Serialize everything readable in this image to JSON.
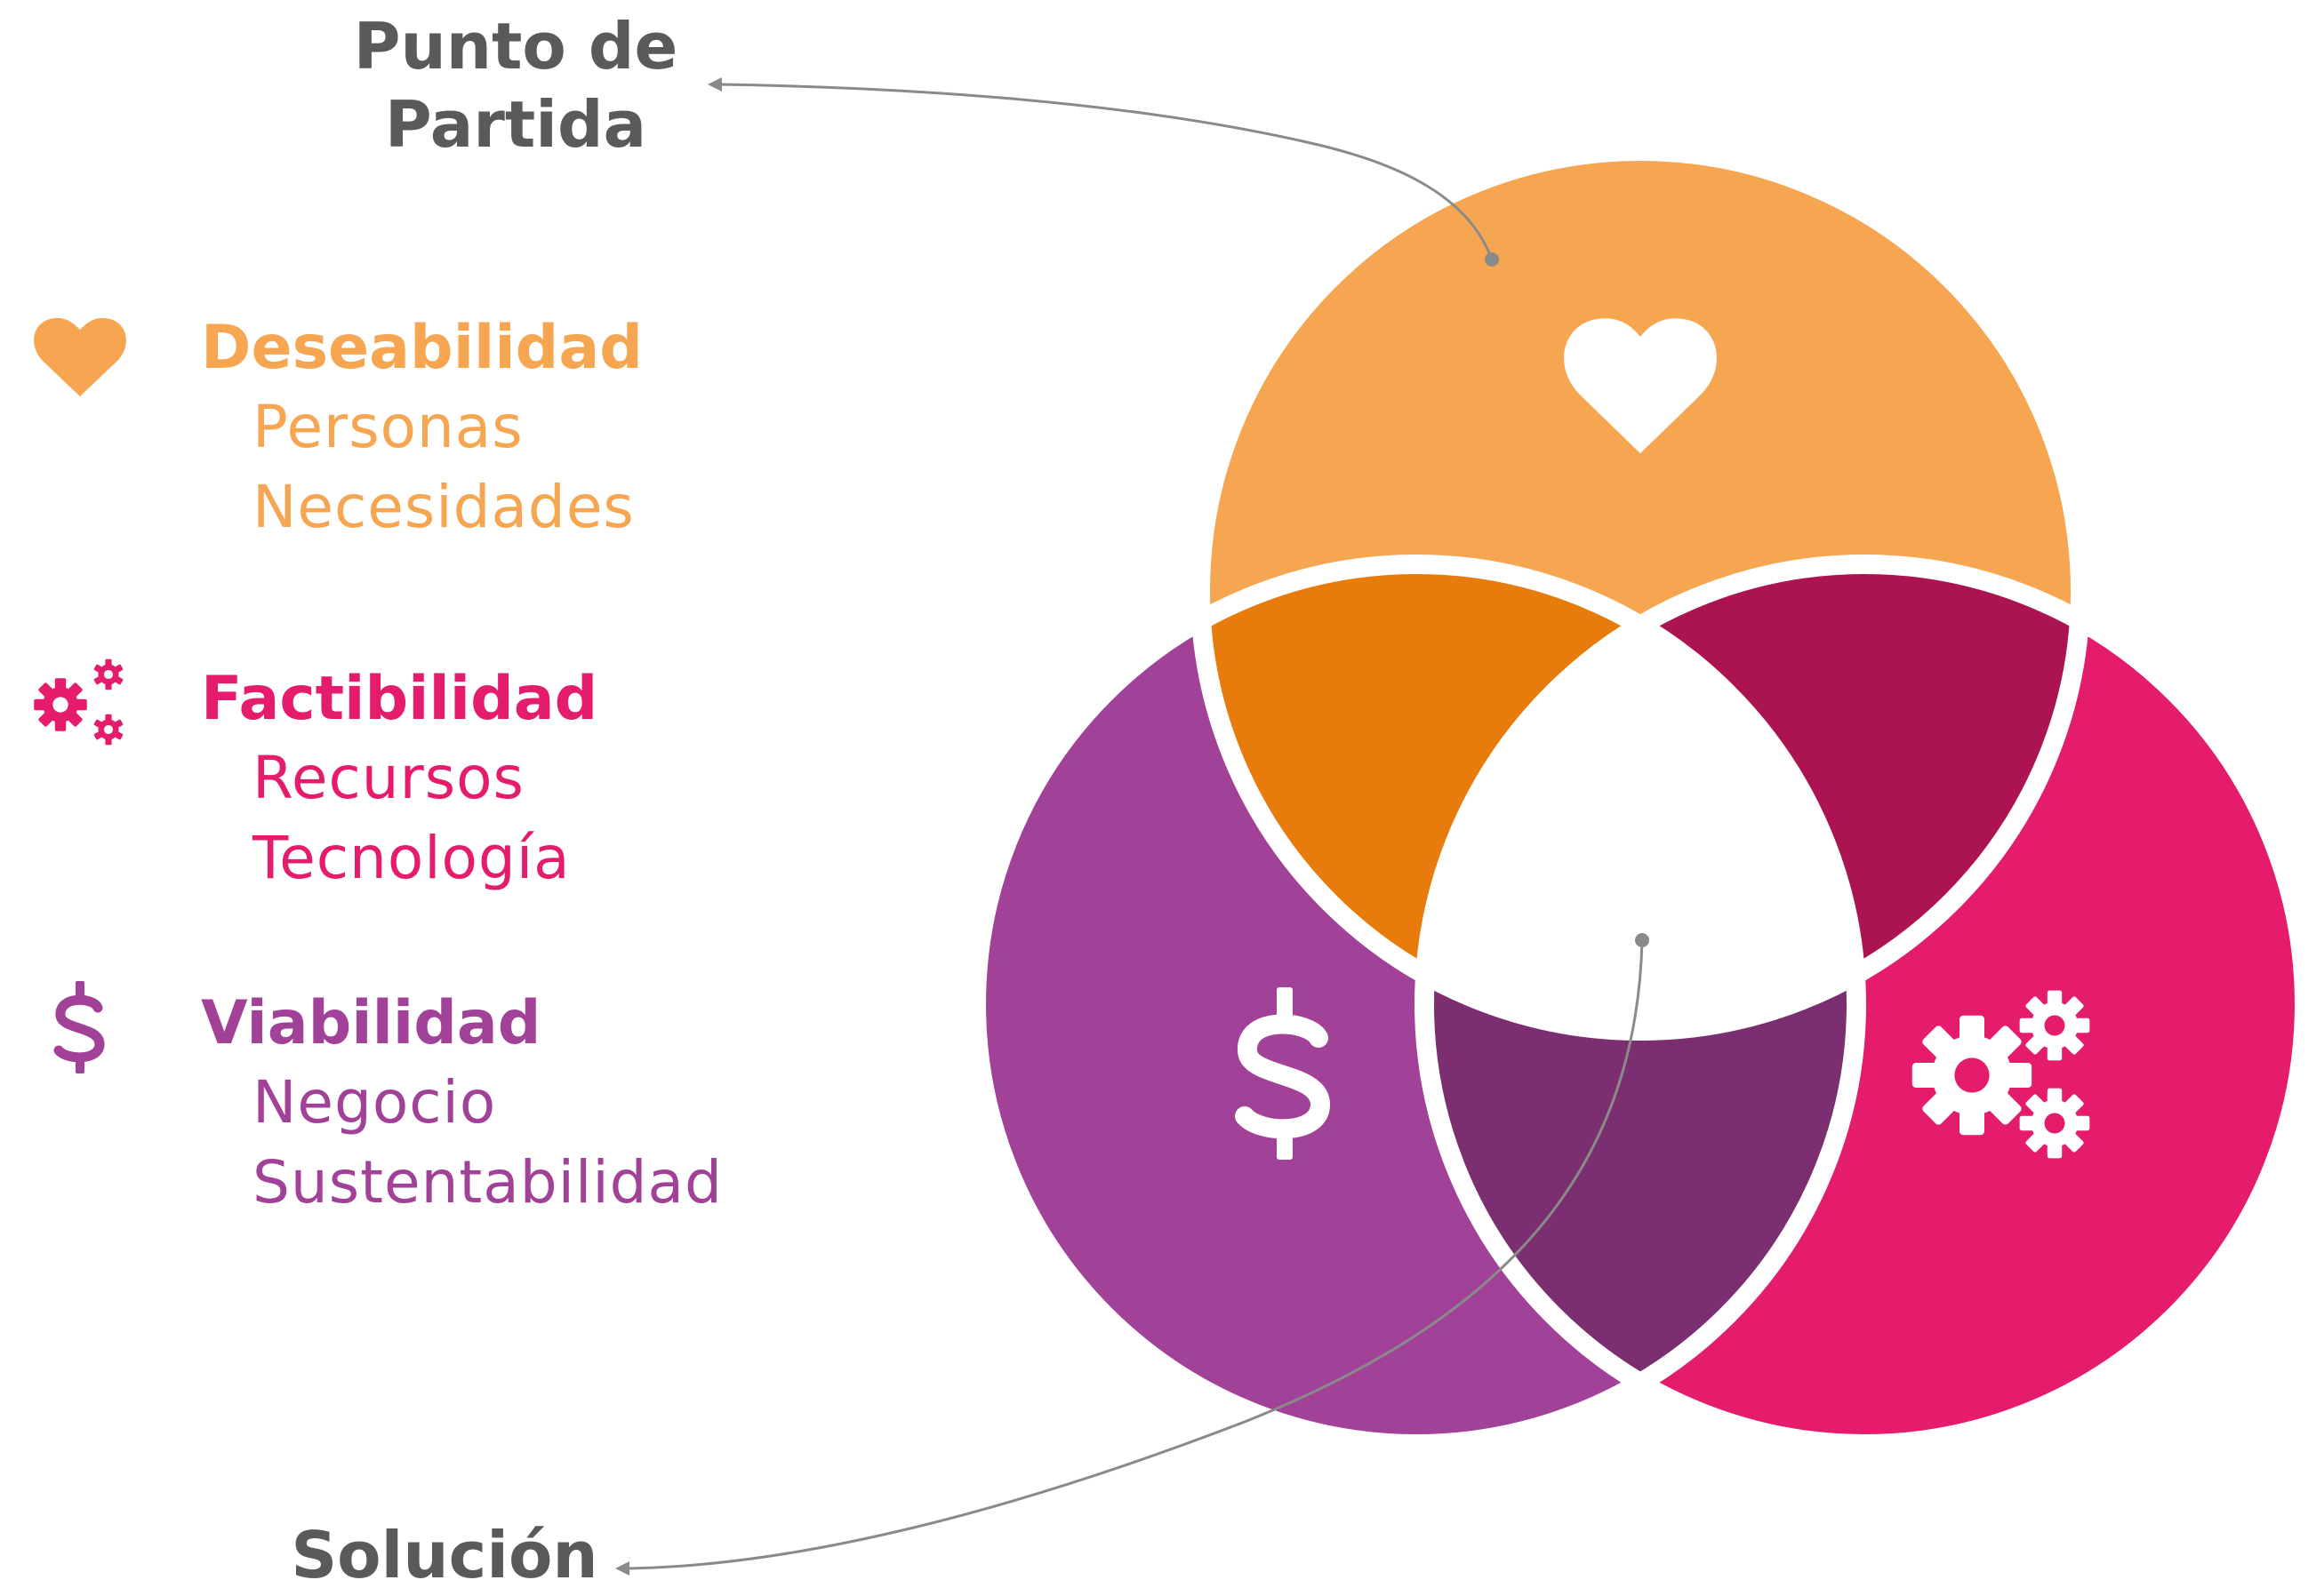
{
  "starting_point_label": "Punto de Partida",
  "solution_label": "Solución",
  "colors": {
    "desirability": "#f6a550",
    "feasibility": "#e51b6c",
    "viability": "#a24198",
    "desirability_feasibility_overlap": "#ab1450",
    "desirability_viability_overlap": "#e77b0c",
    "feasibility_viability_overlap": "#7b2e70",
    "center_overlap": "#ffffff",
    "callout_line": "#8a8a8a",
    "title_text": "#5a5a5a"
  },
  "legend": [
    {
      "heading": "Deseabilidad",
      "icon": "heart-icon",
      "items": [
        "Personas",
        "Necesidades"
      ]
    },
    {
      "heading": "Factibilidad",
      "icon": "gears-icon",
      "items": [
        "Recursos",
        "Tecnología"
      ]
    },
    {
      "heading": "Viabilidad",
      "icon": "dollar-icon",
      "items": [
        "Negocio",
        "Sustentabilidad"
      ]
    }
  ],
  "venn": {
    "circles": [
      {
        "name": "Deseabilidad",
        "icon": "heart-icon"
      },
      {
        "name": "Factibilidad",
        "icon": "gears-icon"
      },
      {
        "name": "Viabilidad",
        "icon": "dollar-icon"
      }
    ]
  }
}
